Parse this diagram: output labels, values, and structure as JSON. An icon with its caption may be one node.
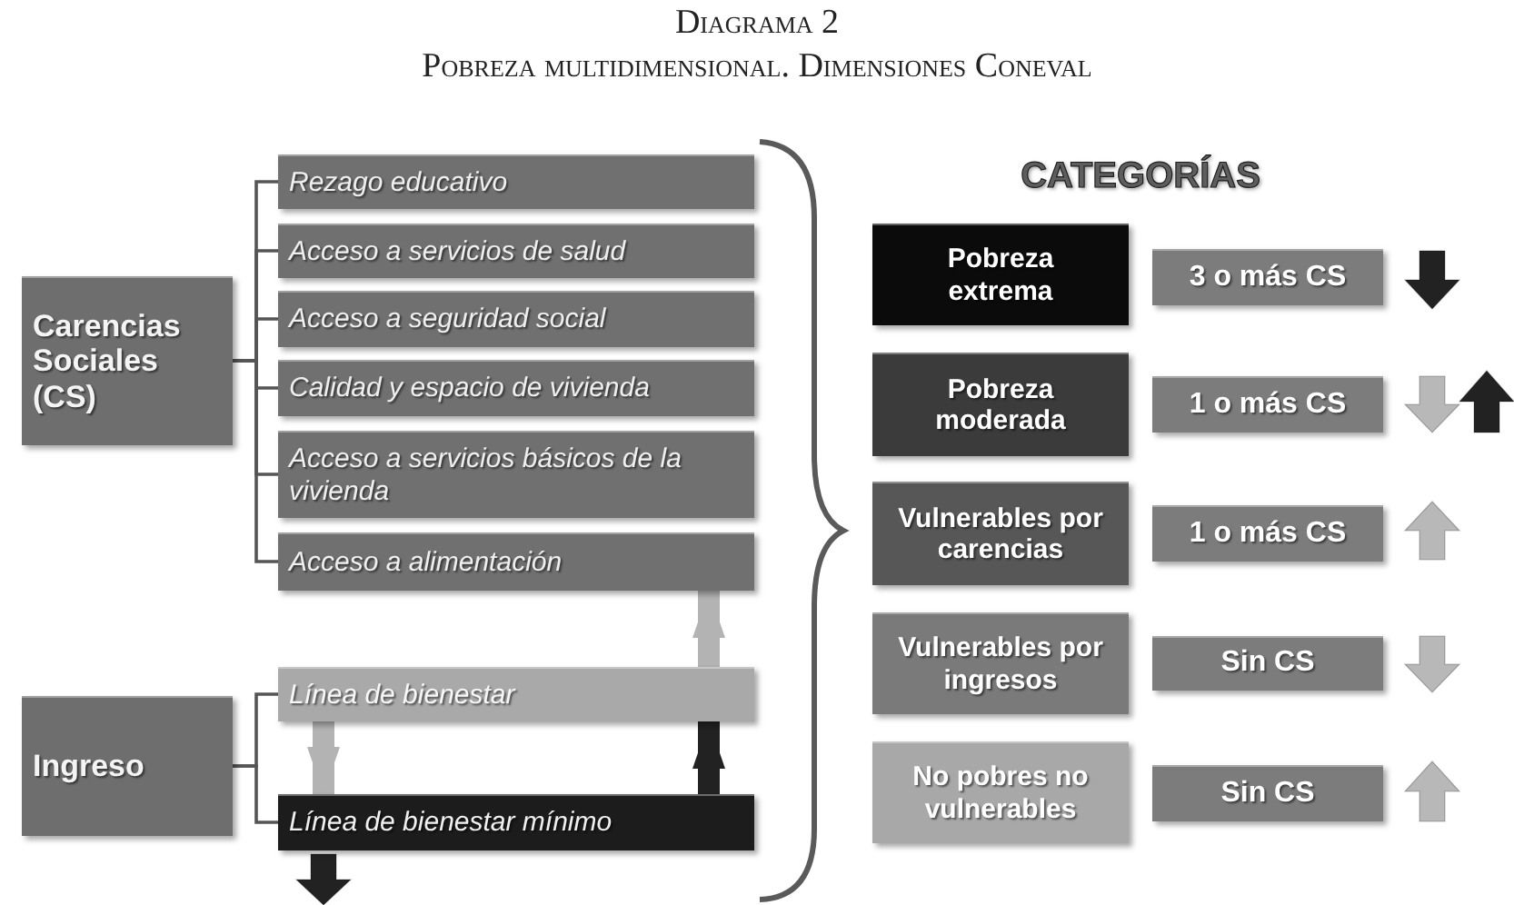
{
  "diagram": {
    "title": "Diagrama 2",
    "caption": "Pobreza multidimensional. Dimensiones Coneval",
    "nodes": [
      {
        "text": [
          "Carencias Sociales (CS)"
        ]
      },
      {
        "text": [
          "Rezago educativo"
        ]
      },
      {
        "text": [
          "Acceso a servicios de salud"
        ]
      },
      {
        "text": [
          "Acceso a seguridad social"
        ]
      },
      {
        "text": [
          "Calidad y espacio de vivienda"
        ]
      },
      {
        "text": [
          "Acceso a servicios básicos de la vivienda"
        ]
      },
      {
        "text": [
          "Acceso a alimentación"
        ]
      },
      {
        "text": [
          "Ingreso"
        ]
      },
      {
        "text": [
          "Línea de bienestar"
        ]
      },
      {
        "text": [
          "Línea de bienestar mínimo"
        ]
      },
      {
        "text": [
          "Pobreza extrema"
        ]
      },
      {
        "text": [
          "3 o más CS"
        ]
      },
      {
        "text": [
          "Pobreza moderada"
        ]
      },
      {
        "text": [
          "1 o más CS"
        ]
      },
      {
        "text": [
          "Vulnerables por carencias"
        ]
      },
      {
        "text": [
          "1 o más CS"
        ]
      },
      {
        "text": [
          "Vulnerables por ingresos"
        ]
      },
      {
        "text": [
          "Sin CS"
        ]
      },
      {
        "text": [
          "No pobres no vulnerables"
        ]
      },
      {
        "text": [
          "Sin CS"
        ]
      }
    ],
    "edges": [
      {
        "from": 0,
        "to": 1,
        "arrow": "none"
      },
      {
        "from": 0,
        "to": 2,
        "arrow": "none"
      },
      {
        "from": 0,
        "to": 3,
        "arrow": "none"
      },
      {
        "from": 0,
        "to": 4,
        "arrow": "none"
      },
      {
        "from": 0,
        "to": 5,
        "arrow": "none"
      },
      {
        "from": 0,
        "to": 6,
        "arrow": "none"
      },
      {
        "from": 7,
        "to": 8,
        "arrow": "none"
      },
      {
        "from": 7,
        "to": 9,
        "arrow": "none"
      },
      {
        "from": 8,
        "to": 9,
        "arrow": "to",
        "style": "thick",
        "color": "#b3b3b3"
      },
      {
        "from": 9,
        "to": 8,
        "arrow": "to",
        "style": "thick",
        "color": "#222222"
      },
      {
        "from": 8,
        "to": 6,
        "arrow": "to",
        "style": "thick",
        "color": "#b3b3b3"
      }
    ],
    "labels": [
      "CATEGORÍAS"
    ]
  }
}
